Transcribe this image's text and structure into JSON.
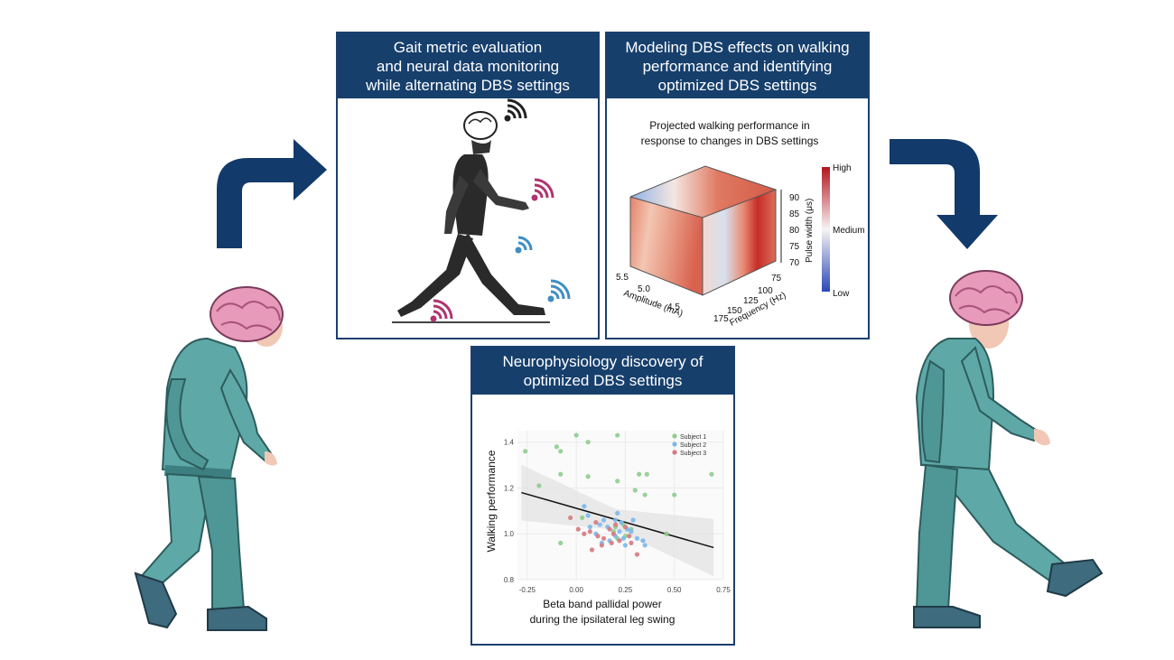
{
  "colors": {
    "navy": "#163f6c",
    "arrow": "#123a6a",
    "suit": "#5fa8a8",
    "brain": "#e79ab9"
  },
  "panel_gait": {
    "title_lines": [
      "Gait metric evaluation",
      "and neural data monitoring",
      "while alternating DBS settings"
    ]
  },
  "panel_model": {
    "title_lines": [
      "Modeling DBS effects on walking",
      "performance and identifying",
      "optimized DBS settings"
    ],
    "subtitle_lines": [
      "Projected walking performance in",
      "response to changes in DBS settings"
    ],
    "pulse_axis_label": "Pulse width (μs)",
    "pulse_ticks": [
      "90",
      "85",
      "80",
      "75",
      "70"
    ],
    "amp_axis_label": "Amplitude (mA)",
    "amp_ticks": [
      "5.5",
      "5.0",
      "4.5"
    ],
    "freq_axis_label": "Frequency (Hz)",
    "freq_ticks": [
      "75",
      "100",
      "125",
      "150",
      "175"
    ],
    "colorbar_labels": [
      "High",
      "Medium",
      "Low"
    ]
  },
  "panel_neuro": {
    "title_lines": [
      "Neurophysiology discovery of",
      "optimized DBS settings"
    ]
  },
  "chart_data": {
    "type": "scatter",
    "title": "",
    "xlabel": "Beta band pallidal power\nduring the ipsilateral leg swing",
    "xlabel_lines": [
      "Beta band pallidal power",
      "during the ipsilateral leg swing"
    ],
    "ylabel": "Walking performance",
    "xlim": [
      -0.3,
      0.75
    ],
    "ylim": [
      0.8,
      1.45
    ],
    "x_ticks": [
      -0.25,
      0.0,
      0.25,
      0.5,
      0.75
    ],
    "x_tick_labels": [
      "-0.25",
      "0.00",
      "0.25",
      "0.50",
      "0.75"
    ],
    "y_ticks": [
      0.8,
      1.0,
      1.2,
      1.4
    ],
    "y_tick_labels": [
      "0.8",
      "1.0",
      "1.2",
      "1.4"
    ],
    "grid": true,
    "legend_position": "top-right",
    "regression": {
      "x": [
        -0.28,
        0.7
      ],
      "y": [
        1.18,
        0.94
      ]
    },
    "series": [
      {
        "name": "Subject 1",
        "color": "#8fcc8f",
        "x": [
          -0.26,
          -0.19,
          -0.1,
          -0.08,
          -0.08,
          -0.08,
          0.0,
          0.06,
          0.06,
          0.03,
          0.21,
          0.21,
          0.32,
          0.36,
          0.35,
          0.3,
          0.5,
          0.69,
          0.24,
          0.28,
          0.2,
          0.21,
          0.46,
          0.25,
          0.19,
          0.23
        ],
        "y": [
          1.36,
          1.21,
          1.38,
          1.36,
          1.26,
          0.96,
          1.43,
          1.4,
          1.25,
          1.07,
          1.43,
          1.23,
          1.26,
          1.26,
          1.17,
          1.19,
          1.17,
          1.26,
          1.04,
          1.02,
          1.03,
          0.98,
          1.0,
          0.99,
          1.01,
          1.05
        ]
      },
      {
        "name": "Subject 2",
        "color": "#7ab8ec",
        "x": [
          0.04,
          0.06,
          0.14,
          0.16,
          0.21,
          0.2,
          0.23,
          0.26,
          0.28,
          0.31,
          0.34,
          0.35,
          0.13,
          0.17,
          0.1,
          0.2,
          0.25,
          0.07,
          0.22,
          0.29,
          0.12,
          0.24
        ],
        "y": [
          1.12,
          1.08,
          1.06,
          1.03,
          1.09,
          1.06,
          1.05,
          1.02,
          1.01,
          0.98,
          0.97,
          0.95,
          0.96,
          0.97,
          1.0,
          0.99,
          0.95,
          1.03,
          1.01,
          1.06,
          1.04,
          0.98
        ]
      },
      {
        "name": "Subject 3",
        "color": "#d57a80",
        "x": [
          -0.03,
          0.01,
          0.04,
          0.07,
          0.11,
          0.14,
          0.17,
          0.19,
          0.22,
          0.25,
          0.28,
          0.31,
          0.08,
          0.13,
          0.2,
          0.27,
          0.1,
          0.18
        ],
        "y": [
          1.07,
          1.02,
          1.0,
          1.01,
          0.99,
          0.98,
          1.02,
          1.0,
          0.97,
          1.03,
          0.96,
          0.91,
          0.93,
          0.95,
          1.04,
          0.99,
          1.05,
          0.96
        ]
      }
    ]
  }
}
